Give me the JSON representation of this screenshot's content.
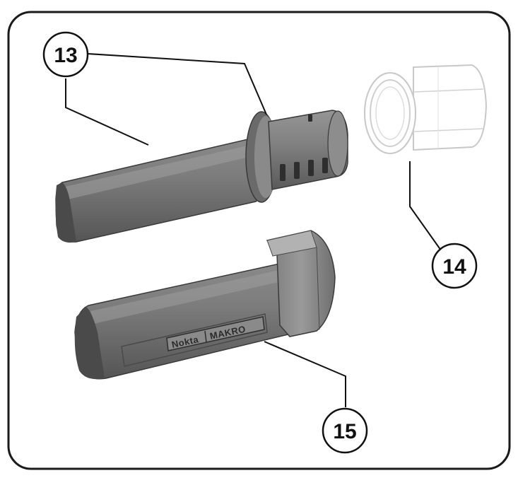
{
  "figure": {
    "callouts": [
      {
        "id": "13",
        "label": "13"
      },
      {
        "id": "14",
        "label": "14"
      },
      {
        "id": "15",
        "label": "15"
      }
    ],
    "brand_label": {
      "left": "Nokta",
      "right": "MAKRO"
    }
  },
  "colors": {
    "frame": "#1a1a1a",
    "part_dark": "#6e6e6e",
    "part_light": "#a9a9a9",
    "cap_outline": "#c8c8c8"
  }
}
